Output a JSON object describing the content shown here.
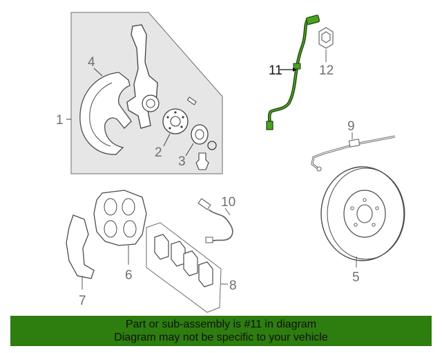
{
  "diagram": {
    "callouts": [
      "1",
      "2",
      "3",
      "4",
      "5",
      "6",
      "7",
      "8",
      "9",
      "10",
      "11",
      "12"
    ],
    "highlighted_part": "11",
    "colors": {
      "line_art": "#5a5a5a",
      "panel_fill": "#e6e6e6",
      "highlight": "#2e7d0f",
      "callout_text": "#6f6f6f"
    }
  },
  "banner": {
    "line1": "Part or sub-assembly is #11 in diagram",
    "line2": "Diagram may not be specific to your vehicle",
    "background": "#2e7d0f"
  }
}
